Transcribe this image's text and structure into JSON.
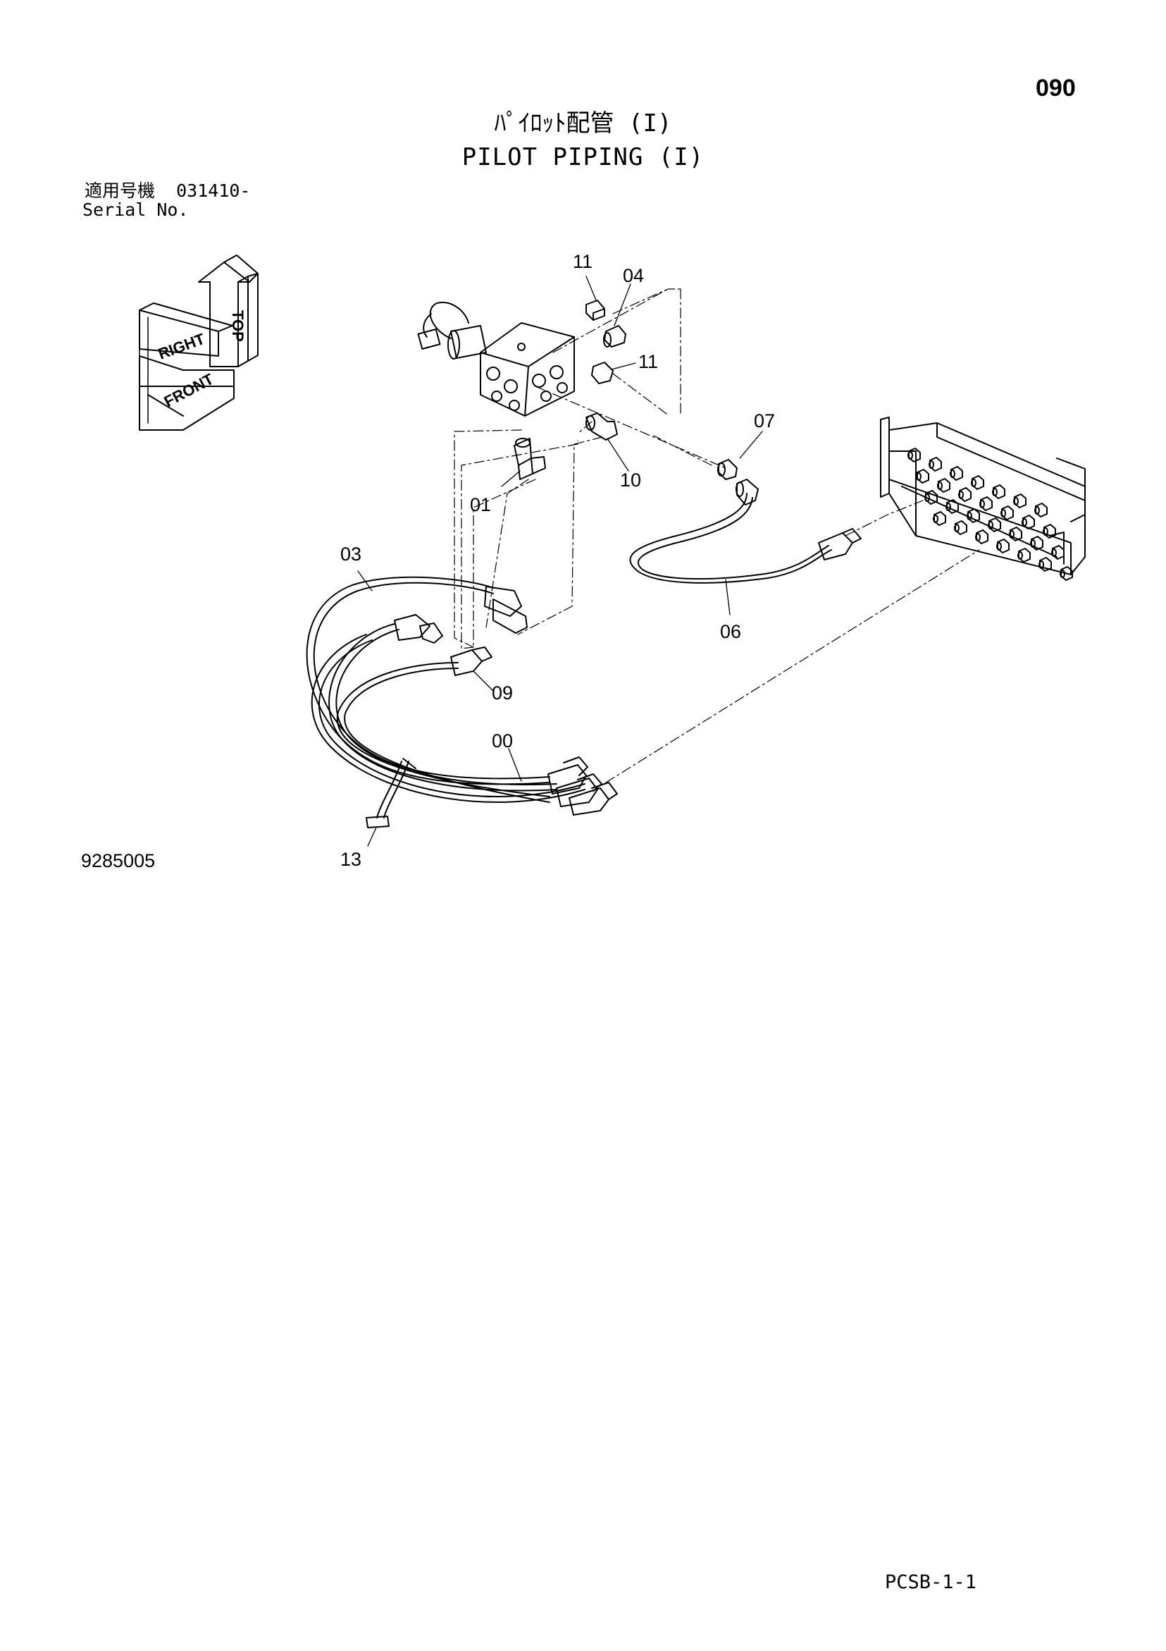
{
  "header": {
    "page_number": "090",
    "title_jp": "ﾊﾟｲﾛｯﾄ配管 (I)",
    "title_en": "PILOT PIPING (I)"
  },
  "serial": {
    "label_jp": "適用号機",
    "value": "031410-",
    "label_en": "Serial No."
  },
  "orientation_icon": {
    "labels": [
      "TOP",
      "RIGHT",
      "FRONT"
    ]
  },
  "callouts": [
    {
      "id": "c11a",
      "text": "11"
    },
    {
      "id": "c04",
      "text": "04"
    },
    {
      "id": "c11b",
      "text": "11"
    },
    {
      "id": "c07",
      "text": "07"
    },
    {
      "id": "c01",
      "text": "01"
    },
    {
      "id": "c10",
      "text": "10"
    },
    {
      "id": "c03",
      "text": "03"
    },
    {
      "id": "c06",
      "text": "06"
    },
    {
      "id": "c09",
      "text": "09"
    },
    {
      "id": "c00",
      "text": "00"
    },
    {
      "id": "c13",
      "text": "13"
    }
  ],
  "figure_number": "9285005",
  "footer": {
    "code": "PCSB-1-1"
  }
}
